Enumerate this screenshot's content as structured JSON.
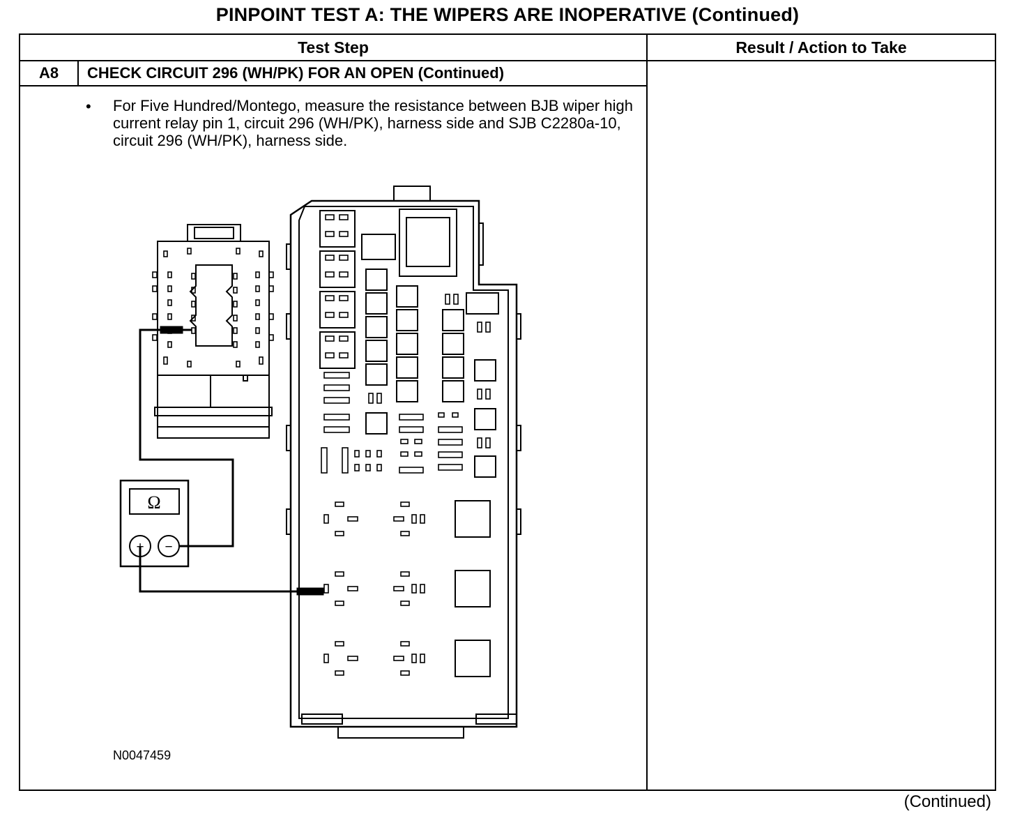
{
  "page": {
    "title": "PINPOINT TEST  A: THE WIPERS ARE INOPERATIVE (Continued)",
    "continued_label": "(Continued)"
  },
  "table": {
    "headers": {
      "test_step": "Test Step",
      "result": "Result / Action to Take"
    },
    "step": {
      "id": "A8",
      "title": "CHECK CIRCUIT 296 (WH/PK) FOR AN OPEN (Continued)",
      "bullet": "•",
      "instruction": "For Five Hundred/Montego, measure the resistance between BJB wiper high current relay pin 1, circuit 296 (WH/PK), harness side and SJB C2280a-10, circuit 296 (WH/PK), harness side."
    }
  },
  "figure": {
    "id": "N0047459",
    "meter_symbol": "Ω",
    "plus_symbol": "+",
    "minus_symbol": "−",
    "icons": [
      "ohmmeter-icon",
      "sjb-connector-icon",
      "bjb-fuse-box-icon"
    ]
  }
}
